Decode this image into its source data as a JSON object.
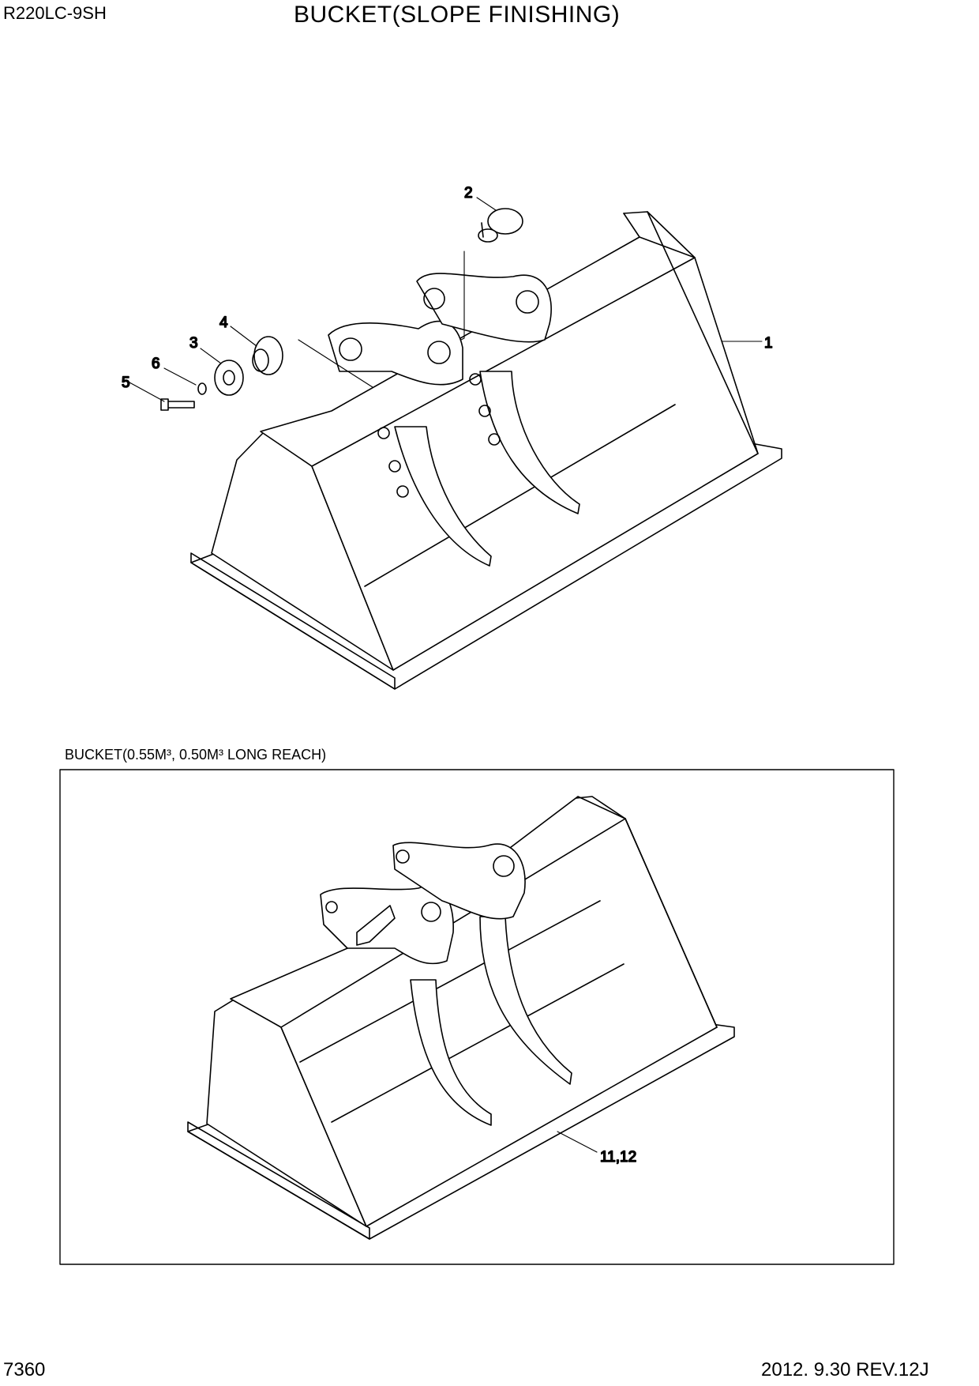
{
  "header": {
    "model": "R220LC-9SH",
    "title": "BUCKET(SLOPE FINISHING)"
  },
  "section": {
    "title": "BUCKET(0.55M³, 0.50M³ LONG REACH)"
  },
  "callouts": {
    "c1": "1",
    "c2": "2",
    "c3": "3",
    "c4": "4",
    "c5": "5",
    "c6": "6",
    "c11": "11,12"
  },
  "footer": {
    "page": "7360",
    "revision": "2012. 9.30  REV.12J"
  }
}
